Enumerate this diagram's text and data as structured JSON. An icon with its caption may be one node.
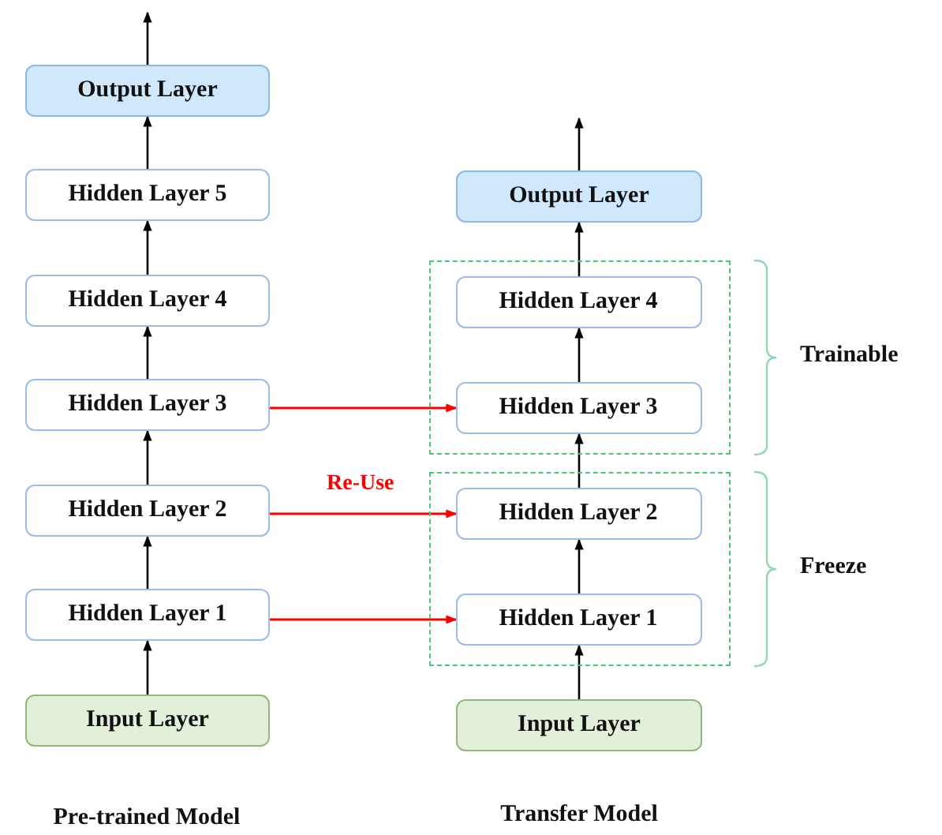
{
  "diagram": {
    "nodes": [
      {
        "text": [
          "Output Layer"
        ]
      },
      {
        "text": [
          "Hidden Layer 5"
        ]
      },
      {
        "text": [
          "Hidden Layer 4"
        ]
      },
      {
        "text": [
          "Hidden Layer 3"
        ]
      },
      {
        "text": [
          "Hidden Layer 2"
        ]
      },
      {
        "text": [
          "Hidden Layer 1"
        ]
      },
      {
        "text": [
          "Input Layer"
        ]
      },
      {
        "text": [
          "Output Layer"
        ]
      },
      {
        "text": [],
        "shape": "box",
        "beside": [
          "Trainable"
        ]
      },
      {
        "text": [
          "Hidden Layer 4"
        ],
        "in": 8
      },
      {
        "text": [
          "Hidden Layer 3"
        ],
        "in": 8
      },
      {
        "text": [],
        "shape": "box",
        "beside": [
          "Freeze"
        ]
      },
      {
        "text": [
          "Hidden Layer 2"
        ],
        "in": 11
      },
      {
        "text": [
          "Hidden Layer 1"
        ],
        "in": 11
      },
      {
        "text": [
          "Input Layer"
        ]
      }
    ],
    "edges": [
      {
        "from": 0,
        "to": null,
        "arrow": "to"
      },
      {
        "from": 1,
        "to": 0,
        "arrow": "to"
      },
      {
        "from": 2,
        "to": 1,
        "arrow": "to"
      },
      {
        "from": 3,
        "to": 2,
        "arrow": "to"
      },
      {
        "from": 4,
        "to": 3,
        "arrow": "to"
      },
      {
        "from": 5,
        "to": 4,
        "arrow": "to"
      },
      {
        "from": 6,
        "to": 5,
        "arrow": "to"
      },
      {
        "from": 7,
        "to": null,
        "arrow": "to"
      },
      {
        "from": 9,
        "to": 7,
        "arrow": "to"
      },
      {
        "from": 10,
        "to": 9,
        "arrow": "to"
      },
      {
        "from": 12,
        "to": 10,
        "arrow": "to"
      },
      {
        "from": 13,
        "to": 12,
        "arrow": "to"
      },
      {
        "from": 14,
        "to": 13,
        "arrow": "to"
      },
      {
        "from": 3,
        "to": 10,
        "arrow": "to",
        "color": "#ff0000"
      },
      {
        "from": 4,
        "to": 12,
        "arrow": "to",
        "label": "Re-Use",
        "color": "#ff0000"
      },
      {
        "from": 5,
        "to": 13,
        "arrow": "to",
        "color": "#ff0000"
      }
    ],
    "labels": [
      "Pre-trained Model",
      "Transfer Model"
    ]
  }
}
